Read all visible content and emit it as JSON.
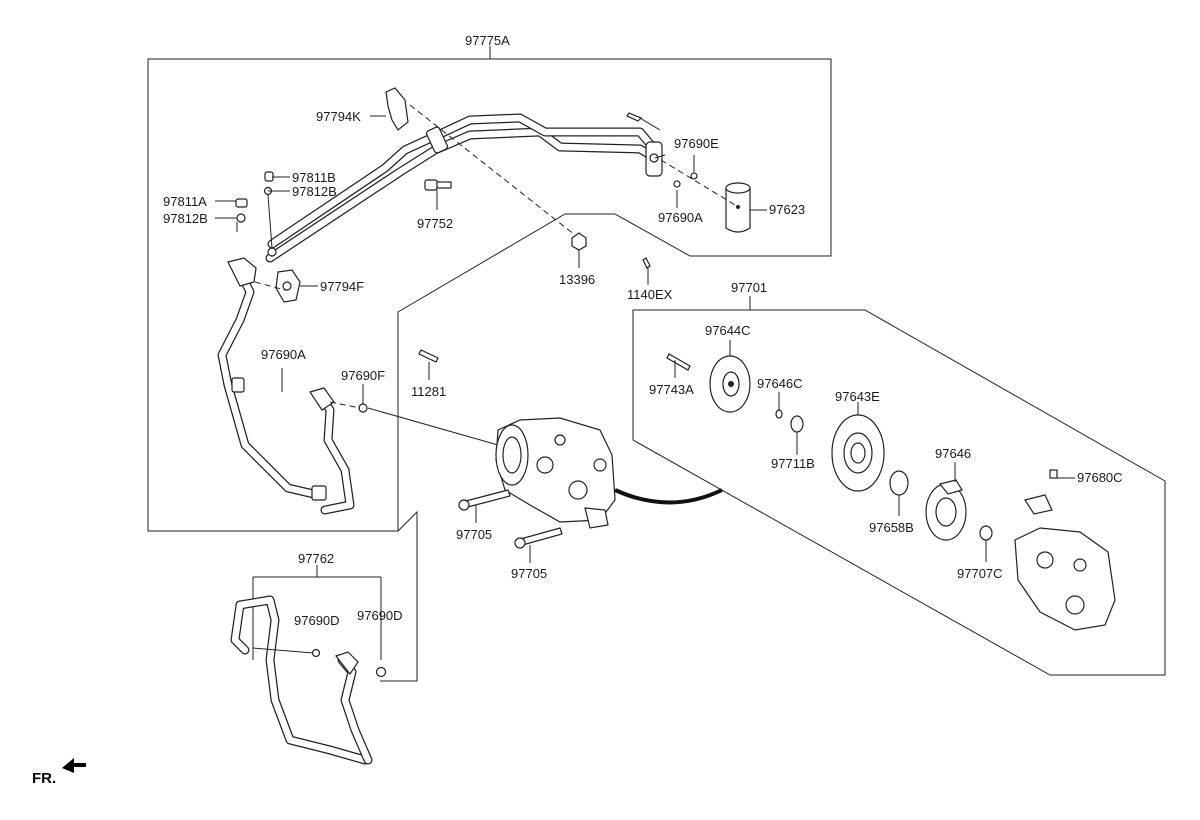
{
  "labels": {
    "l_97775A": "97775A",
    "l_97794K": "97794K",
    "l_97811B": "97811B",
    "l_97812B_a": "97812B",
    "l_97811A": "97811A",
    "l_97812B_b": "97812B",
    "l_97752": "97752",
    "l_97690E": "97690E",
    "l_97690A_a": "97690A",
    "l_97623": "97623",
    "l_13396": "13396",
    "l_1140EX": "1140EX",
    "l_97794F": "97794F",
    "l_97690A_b": "97690A",
    "l_97690F": "97690F",
    "l_11281": "11281",
    "l_97701": "97701",
    "l_97644C": "97644C",
    "l_97743A": "97743A",
    "l_97646C": "97646C",
    "l_97643E": "97643E",
    "l_97711B": "97711B",
    "l_97646": "97646",
    "l_97680C": "97680C",
    "l_97658B": "97658B",
    "l_97707C": "97707C",
    "l_97705_a": "97705",
    "l_97705_b": "97705",
    "l_97762": "97762",
    "l_97690D_a": "97690D",
    "l_97690D_b": "97690D",
    "fr": "FR."
  }
}
